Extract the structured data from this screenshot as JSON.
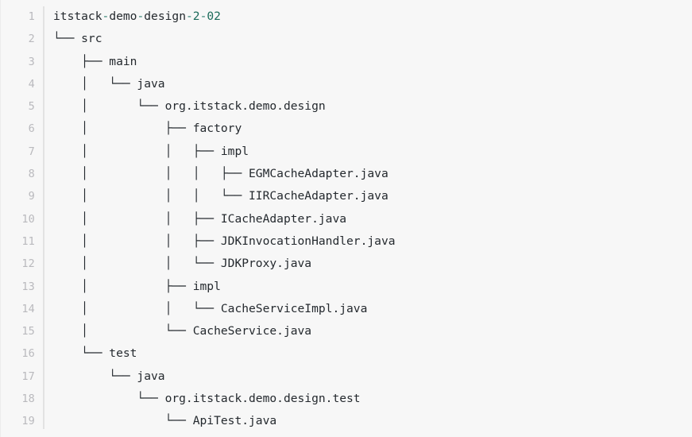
{
  "block": {
    "language": "text",
    "background_color": "#f7f7f7",
    "gutter_color": "#b9b9bd",
    "text_color": "#24292e",
    "accent_color": "#2f7f6f",
    "line_count": 19
  },
  "lines": [
    {
      "number": "1",
      "indent": "",
      "branch": "",
      "segments": [
        {
          "text": "itstack",
          "kind": "plain"
        },
        {
          "text": "-",
          "kind": "punct"
        },
        {
          "text": "demo",
          "kind": "plain"
        },
        {
          "text": "-",
          "kind": "punct"
        },
        {
          "text": "design",
          "kind": "plain"
        },
        {
          "text": "-",
          "kind": "punct"
        },
        {
          "text": "2",
          "kind": "num"
        },
        {
          "text": "-",
          "kind": "punct"
        },
        {
          "text": "02",
          "kind": "num"
        }
      ],
      "raw": "itstack-demo-design-2-02"
    },
    {
      "number": "2",
      "raw": "└── src"
    },
    {
      "number": "3",
      "raw": "    ├── main"
    },
    {
      "number": "4",
      "raw": "    │   └── java"
    },
    {
      "number": "5",
      "raw": "    │       └── org.itstack.demo.design"
    },
    {
      "number": "6",
      "raw": "    │           ├── factory"
    },
    {
      "number": "7",
      "raw": "    │           │   ├── impl"
    },
    {
      "number": "8",
      "raw": "    │           │   │   ├── EGMCacheAdapter.java"
    },
    {
      "number": "9",
      "raw": "    │           │   │   └── IIRCacheAdapter.java"
    },
    {
      "number": "10",
      "raw": "    │           │   ├── ICacheAdapter.java"
    },
    {
      "number": "11",
      "raw": "    │           │   ├── JDKInvocationHandler.java"
    },
    {
      "number": "12",
      "raw": "    │           │   └── JDKProxy.java"
    },
    {
      "number": "13",
      "raw": "    │           ├── impl"
    },
    {
      "number": "14",
      "raw": "    │           │   └── CacheServiceImpl.java"
    },
    {
      "number": "15",
      "raw": "    │           └── CacheService.java"
    },
    {
      "number": "16",
      "raw": "    └── test"
    },
    {
      "number": "17",
      "raw": "        └── java"
    },
    {
      "number": "18",
      "raw": "            └── org.itstack.demo.design.test"
    },
    {
      "number": "19",
      "raw": "                └── ApiTest.java"
    }
  ]
}
